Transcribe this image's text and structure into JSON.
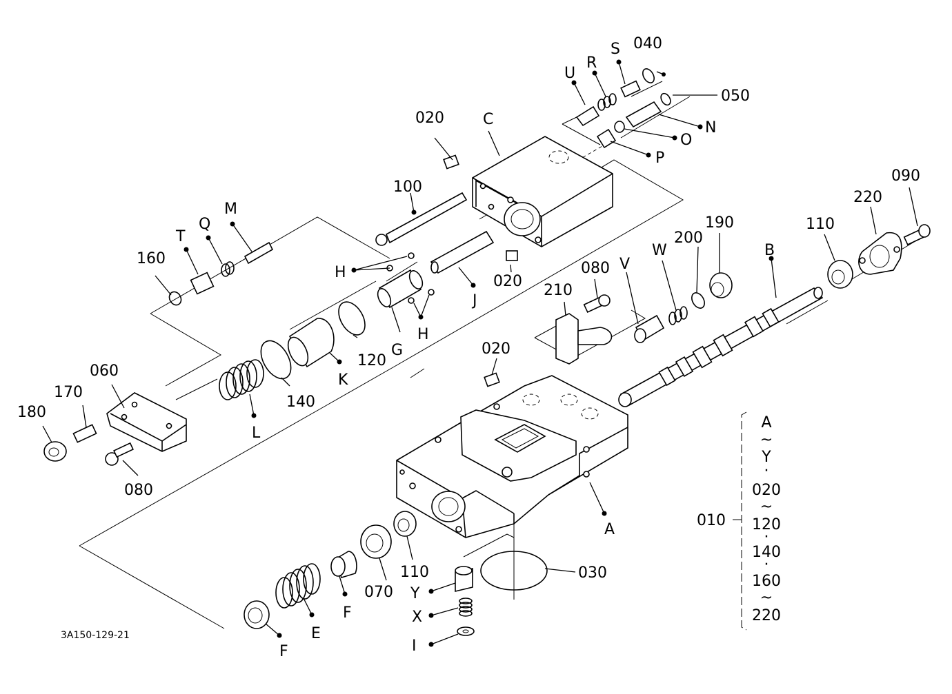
{
  "drawing_number": "3A150-129-21",
  "assembly": {
    "code": "010",
    "range_lines": [
      "A",
      "~",
      "Y",
      "·",
      "020",
      "~",
      "120",
      "·",
      "140",
      "·",
      "160",
      "~",
      "220"
    ]
  },
  "labels": {
    "u": "U",
    "r": "R",
    "s": "S",
    "p040": "040",
    "p050": "050",
    "n": "N",
    "o": "O",
    "p": "P",
    "c": "C",
    "p020_top": "020",
    "p100": "100",
    "m": "M",
    "q": "Q",
    "t": "T",
    "p160": "160",
    "h_upper": "H",
    "h_lower": "H",
    "j": "J",
    "p020_mid": "020",
    "p120_upper": "120",
    "g": "G",
    "k": "K",
    "p140": "140",
    "l": "L",
    "p060": "060",
    "p170": "170",
    "p180": "180",
    "p080_left": "080",
    "p210": "210",
    "p080_right": "080",
    "v": "V",
    "w": "W",
    "p200": "200",
    "p190": "190",
    "b": "B",
    "p110_right": "110",
    "p220": "220",
    "p090": "090",
    "p020_lower": "020",
    "a": "A",
    "p110_lower": "110",
    "p070": "070",
    "f_upper": "F",
    "e": "E",
    "f_lower": "F",
    "y": "Y",
    "x": "X",
    "i": "I",
    "p030": "030"
  }
}
